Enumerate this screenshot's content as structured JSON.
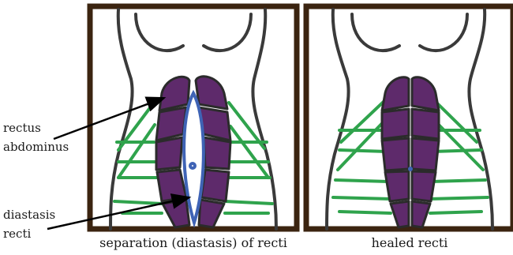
{
  "labels": {
    "rectus_line1": "rectus",
    "rectus_line2": "abdominus",
    "diastasis_line1": "diastasis",
    "diastasis_line2": "recti"
  },
  "captions": {
    "left": "separation (diastasis) of recti",
    "right": "healed recti"
  },
  "colors": {
    "frame": "#3b2410",
    "outline": "#3a3a3a",
    "muscle_fill": "#5e2a6b",
    "muscle_stroke": "#2b2b2b",
    "oblique": "#2fa34c",
    "linea": "#3f63b5",
    "arrow": "#000000"
  }
}
